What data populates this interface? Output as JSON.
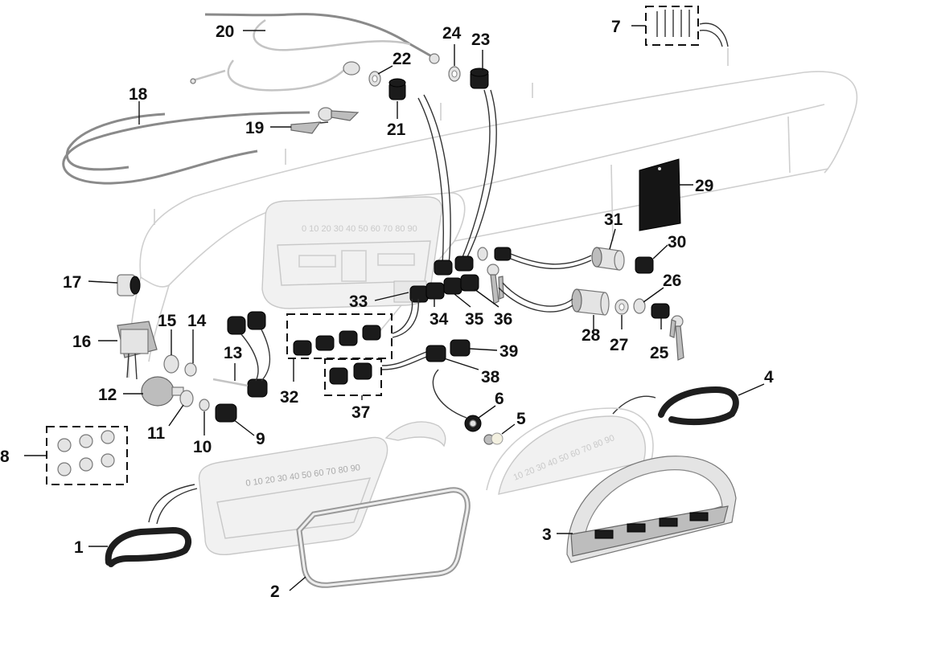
{
  "diagram": {
    "callouts": [
      "1",
      "2",
      "3",
      "4",
      "5",
      "6",
      "7",
      "8",
      "9",
      "10",
      "11",
      "12",
      "13",
      "14",
      "15",
      "16",
      "17",
      "18",
      "19",
      "20",
      "21",
      "22",
      "23",
      "24",
      "25",
      "26",
      "27",
      "28",
      "29",
      "30",
      "31",
      "32",
      "33",
      "34",
      "35",
      "36",
      "37",
      "38",
      "39"
    ],
    "gauge_scale": "0 10 20 30 40 50 60 70 80 90",
    "gauge_scale_arc": "10 20 30 40 50 60 70 80 90"
  }
}
